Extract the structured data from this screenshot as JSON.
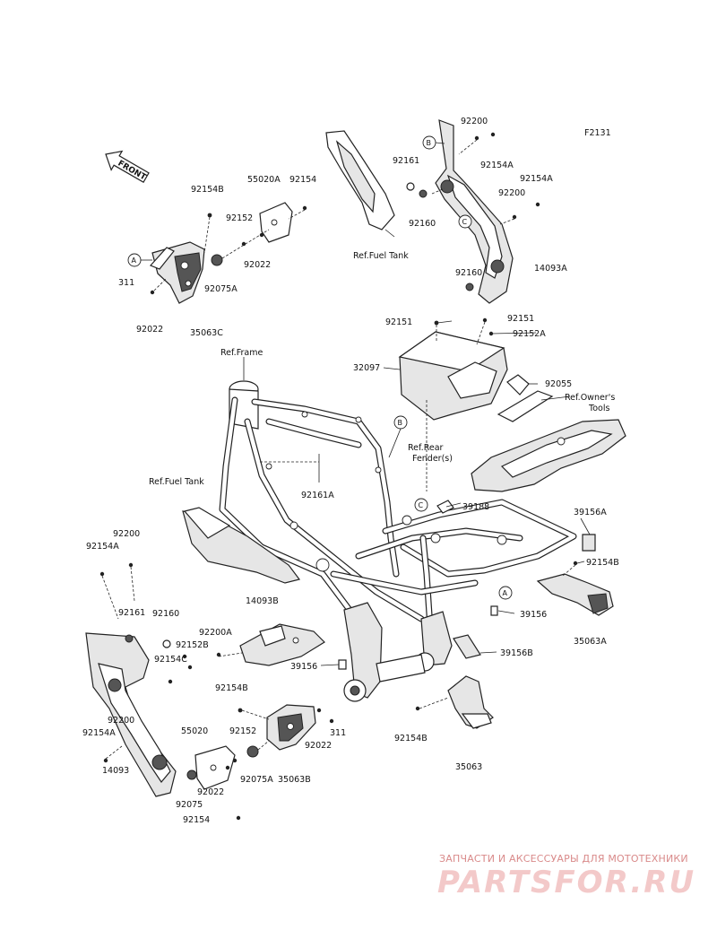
{
  "diagram_code": "F2131",
  "front_arrow_text": "FRONT",
  "labels": [
    "92154B",
    "55020A",
    "92154",
    "92152",
    "92022",
    "92075A",
    "311",
    "92022",
    "35063C",
    "92200",
    "92161",
    "92154A",
    "92154A",
    "92200",
    "92160",
    "92160",
    "14093A",
    "Ref.Fuel Tank",
    "92151",
    "92151",
    "92152A",
    "32097",
    "92055",
    "Ref.Owner's",
    "Tools",
    "Ref.Frame",
    "Ref.Rear",
    "Fender(s)",
    "92161A",
    "39188",
    "39156A",
    "92154B",
    "39156",
    "35063A",
    "39156B",
    "Ref.Fuel Tank",
    "92200",
    "92154A",
    "14093B",
    "92161",
    "92160",
    "92200A",
    "92152B",
    "92154C",
    "39156",
    "92154B",
    "92200",
    "92154A",
    "55020",
    "92152",
    "311",
    "92022",
    "14093",
    "92075A",
    "92022",
    "35063B",
    "92075",
    "92154",
    "92154B",
    "35063"
  ],
  "callouts": [
    "A",
    "B",
    "C",
    "A",
    "B",
    "C"
  ],
  "watermark": {
    "subtitle": "ЗАПЧАСТИ И АКСЕССУАРЫ ДЛЯ МОТОТЕХНИКИ",
    "logo": "PARTSFOR.RU"
  }
}
